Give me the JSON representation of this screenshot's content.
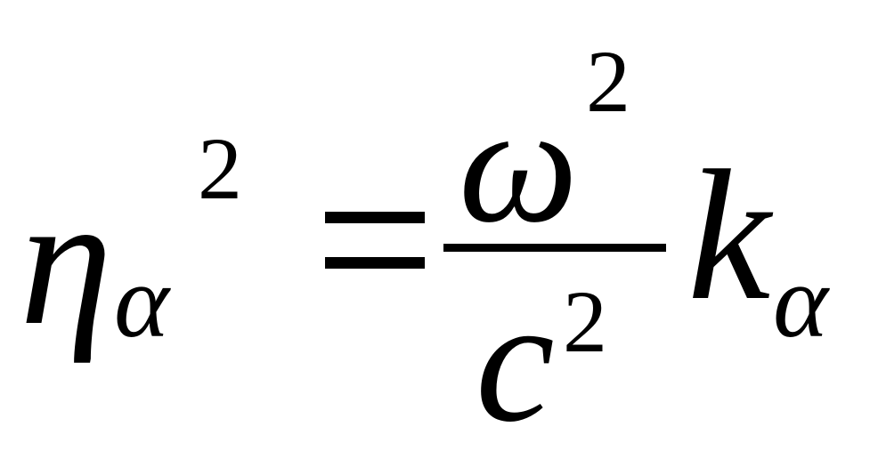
{
  "equation": {
    "lhs": {
      "symbol": "η",
      "subscript": "α",
      "superscript": "2"
    },
    "relation": "=",
    "fraction": {
      "numerator": {
        "symbol": "ω",
        "superscript": "2"
      },
      "denominator": {
        "symbol": "c",
        "superscript": "2"
      }
    },
    "factor": {
      "symbol": "k",
      "subscript": "α"
    }
  }
}
